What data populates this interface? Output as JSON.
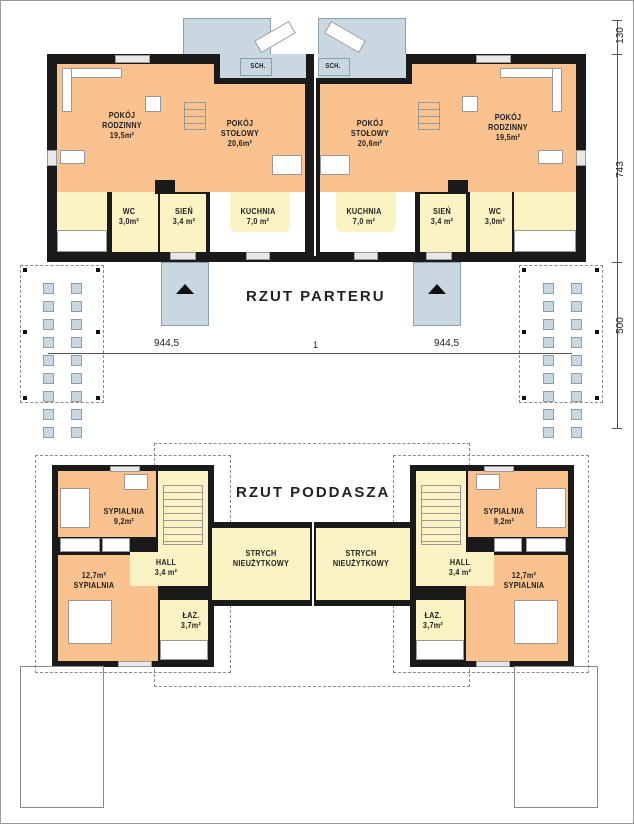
{
  "plans": {
    "ground_floor": {
      "title": "RZUT PARTERU",
      "left_unit": {
        "rooms": [
          {
            "name": "POKÓJ RODZINNY",
            "line1": "POKÓJ",
            "line2": "RODZINNY",
            "area": "19,5m²"
          },
          {
            "name": "POKÓJ STOŁOWY",
            "line1": "POKÓJ",
            "line2": "STOŁOWY",
            "area": "20,6m²"
          },
          {
            "name": "WC",
            "line1": "WC",
            "area": "3,0m²"
          },
          {
            "name": "SIEŃ",
            "line1": "SIEŃ",
            "area": "3,4 m²"
          },
          {
            "name": "KUCHNIA",
            "line1": "KUCHNIA",
            "area": "7,0 m²"
          },
          {
            "name": "SCH.",
            "line1": "SCH."
          }
        ]
      },
      "right_unit": {
        "rooms": [
          {
            "name": "POKÓJ RODZINNY",
            "line1": "POKÓJ",
            "line2": "RODZINNY",
            "area": "19,5m²"
          },
          {
            "name": "POKÓJ STOŁOWY",
            "line1": "POKÓJ",
            "line2": "STOŁOWY",
            "area": "20,6m²"
          },
          {
            "name": "WC",
            "line1": "WC",
            "area": "3,0m²"
          },
          {
            "name": "SIEŃ",
            "line1": "SIEŃ",
            "area": "3,4 m²"
          },
          {
            "name": "KUCHNIA",
            "line1": "KUCHNIA",
            "area": "7,0 m²"
          },
          {
            "name": "SCH.",
            "line1": "SCH."
          }
        ]
      }
    },
    "attic_floor": {
      "title": "RZUT PODDASZA",
      "left_unit": {
        "rooms": [
          {
            "name": "SYPIALNIA",
            "line1": "SYPIALNIA",
            "area": "9,2m²"
          },
          {
            "name": "SYPIALNIA",
            "line1": "SYPIALNIA",
            "area": "12,7m²"
          },
          {
            "name": "HALL",
            "line1": "HALL",
            "area": "3,4 m²"
          },
          {
            "name": "ŁAZ.",
            "line1": "ŁAZ.",
            "area": "3,7m²"
          },
          {
            "name": "STRYCH NIEUŻYTKOWY",
            "line1": "STRYCH",
            "line2": "NIEUŻYTKOWY"
          }
        ]
      },
      "right_unit": {
        "rooms": [
          {
            "name": "SYPIALNIA",
            "line1": "SYPIALNIA",
            "area": "9,2m²"
          },
          {
            "name": "SYPIALNIA",
            "line1": "SYPIALNIA",
            "area": "12,7m²"
          },
          {
            "name": "HALL",
            "line1": "HALL",
            "area": "3,4 m²"
          },
          {
            "name": "ŁAZ.",
            "line1": "ŁAZ.",
            "area": "3,7m²"
          },
          {
            "name": "STRYCH NIEUŻYTKOWY",
            "line1": "STRYCH",
            "line2": "NIEUŻYTKOWY"
          }
        ]
      }
    }
  },
  "dimensions": {
    "vertical": [
      "130",
      "743",
      "500"
    ],
    "horizontal": [
      "944,5",
      "1",
      "944,5"
    ]
  },
  "colors": {
    "living_zone": "#f9c28e",
    "service_zone": "#fbf3c3",
    "terrace": "#c8d7e0",
    "walls": "#1a1a1a"
  }
}
